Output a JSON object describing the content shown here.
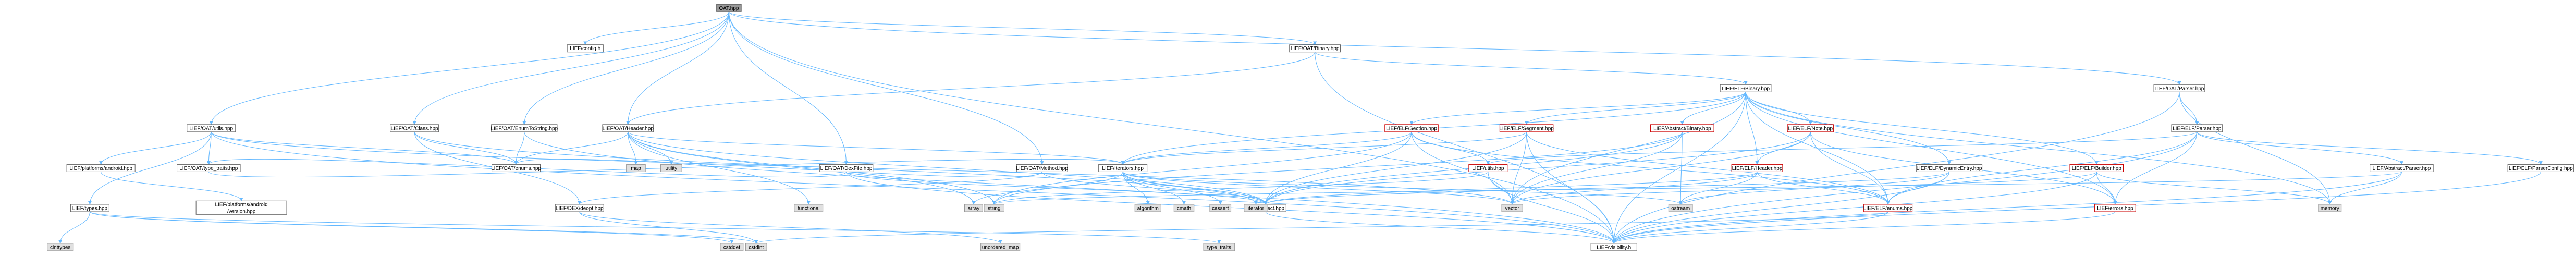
{
  "diagram": {
    "type": "include-dependency-graph",
    "nodes": [
      {
        "id": "root",
        "label": "OAT.hpp",
        "style": "root"
      },
      {
        "id": "config",
        "label": "LIEF/config.h",
        "style": "plain"
      },
      {
        "id": "oatbinary",
        "label": "LIEF/OAT/Binary.hpp",
        "style": "plain"
      },
      {
        "id": "oatparser",
        "label": "LIEF/OAT/Parser.hpp",
        "style": "plain"
      },
      {
        "id": "oatutils",
        "label": "LIEF/OAT/utils.hpp",
        "style": "plain"
      },
      {
        "id": "oatclass",
        "label": "LIEF/OAT/Class.hpp",
        "style": "plain"
      },
      {
        "id": "oatenumtostr",
        "label": "LIEF/OAT/EnumToString.hpp",
        "style": "plain"
      },
      {
        "id": "oatheader",
        "label": "LIEF/OAT/Header.hpp",
        "style": "plain"
      },
      {
        "id": "oatdexfile",
        "label": "LIEF/OAT/DexFile.hpp",
        "style": "plain"
      },
      {
        "id": "oatmethod",
        "label": "LIEF/OAT/Method.hpp",
        "style": "plain"
      },
      {
        "id": "elfbinary",
        "label": "LIEF/ELF/Binary.hpp",
        "style": "plain"
      },
      {
        "id": "elfparser",
        "label": "LIEF/ELF/Parser.hpp",
        "style": "plain"
      },
      {
        "id": "platformsandroid",
        "label": "LIEF/platforms/android.hpp",
        "style": "plain"
      },
      {
        "id": "oattypetraits",
        "label": "LIEF/OAT/type_traits.hpp",
        "style": "plain"
      },
      {
        "id": "oatenums",
        "label": "LIEF/OAT/enums.hpp",
        "style": "plain"
      },
      {
        "id": "iterators",
        "label": "LIEF/iterators.hpp",
        "style": "plain"
      },
      {
        "id": "elfsection",
        "label": "LIEF/ELF/Section.hpp",
        "style": "red"
      },
      {
        "id": "elfsegment",
        "label": "LIEF/ELF/Segment.hpp",
        "style": "red"
      },
      {
        "id": "abstractbinary",
        "label": "LIEF/Abstract/Binary.hpp",
        "style": "red"
      },
      {
        "id": "elfnote",
        "label": "LIEF/ELF/Note.hpp",
        "style": "red"
      },
      {
        "id": "utils",
        "label": "LIEF/utils.hpp",
        "style": "red"
      },
      {
        "id": "elfheader",
        "label": "LIEF/ELF/Header.hpp",
        "style": "red"
      },
      {
        "id": "elfdynentry",
        "label": "LIEF/ELF/DynamicEntry.hpp",
        "style": "plain"
      },
      {
        "id": "elfbuilder",
        "label": "LIEF/ELF/Builder.hpp",
        "style": "red"
      },
      {
        "id": "abstractparser",
        "label": "LIEF/Abstract/Parser.hpp",
        "style": "plain"
      },
      {
        "id": "elfparserconfig",
        "label": "LIEF/ELF/ParserConfig.hpp",
        "style": "plain"
      },
      {
        "id": "types",
        "label": "LIEF/types.hpp",
        "style": "plain"
      },
      {
        "id": "platformsandroidversion",
        "label": "LIEF/platforms/android\n/version.hpp",
        "style": "plain"
      },
      {
        "id": "dexdeopt",
        "label": "LIEF/DEX/deopt.hpp",
        "style": "plain"
      },
      {
        "id": "object",
        "label": "LIEF/Object.hpp",
        "style": "plain"
      },
      {
        "id": "elfenums",
        "label": "LIEF/ELF/enums.hpp",
        "style": "red"
      },
      {
        "id": "errors",
        "label": "LIEF/errors.hpp",
        "style": "red"
      },
      {
        "id": "visibility",
        "label": "LIEF/visibility.h",
        "style": "plain"
      },
      {
        "id": "map",
        "label": "map",
        "style": "std"
      },
      {
        "id": "utility",
        "label": "utility",
        "style": "std"
      },
      {
        "id": "functional",
        "label": "functional",
        "style": "std"
      },
      {
        "id": "array",
        "label": "array",
        "style": "std"
      },
      {
        "id": "string",
        "label": "string",
        "style": "std"
      },
      {
        "id": "algorithm",
        "label": "algorithm",
        "style": "std"
      },
      {
        "id": "cmath",
        "label": "cmath",
        "style": "std"
      },
      {
        "id": "cassert",
        "label": "cassert",
        "style": "std"
      },
      {
        "id": "iterator",
        "label": "iterator",
        "style": "std"
      },
      {
        "id": "vector",
        "label": "vector",
        "style": "std"
      },
      {
        "id": "ostream",
        "label": "ostream",
        "style": "std"
      },
      {
        "id": "memory",
        "label": "memory",
        "style": "std"
      },
      {
        "id": "cinttypes",
        "label": "cinttypes",
        "style": "std"
      },
      {
        "id": "cstddef",
        "label": "cstddef",
        "style": "std"
      },
      {
        "id": "cstdint",
        "label": "cstdint",
        "style": "std"
      },
      {
        "id": "unordered_map",
        "label": "unordered_map",
        "style": "std"
      },
      {
        "id": "type_traits",
        "label": "type_traits",
        "style": "std"
      }
    ],
    "edges": [
      [
        "root",
        "config"
      ],
      [
        "root",
        "oatbinary"
      ],
      [
        "root",
        "oatparser"
      ],
      [
        "root",
        "oatutils"
      ],
      [
        "root",
        "oatclass"
      ],
      [
        "root",
        "oatenumtostr"
      ],
      [
        "root",
        "oatheader"
      ],
      [
        "root",
        "oatdexfile"
      ],
      [
        "root",
        "oatmethod"
      ],
      [
        "root",
        "visibility"
      ],
      [
        "oatbinary",
        "elfbinary"
      ],
      [
        "oatbinary",
        "oatheader"
      ],
      [
        "oatbinary",
        "visibility"
      ],
      [
        "oatparser",
        "elfparser"
      ],
      [
        "oatparser",
        "memory"
      ],
      [
        "oatparser",
        "visibility"
      ],
      [
        "oatutils",
        "platformsandroid"
      ],
      [
        "oatutils",
        "oattypetraits"
      ],
      [
        "oatutils",
        "types"
      ],
      [
        "oatutils",
        "oatenums"
      ],
      [
        "oatutils",
        "visibility"
      ],
      [
        "oatutils",
        "vector"
      ],
      [
        "oatclass",
        "oatenums"
      ],
      [
        "oatclass",
        "dexdeopt"
      ],
      [
        "oatclass",
        "object"
      ],
      [
        "oatenumtostr",
        "oatenums"
      ],
      [
        "oatenumtostr",
        "visibility"
      ],
      [
        "oatheader",
        "oatenums"
      ],
      [
        "oatheader",
        "iterators"
      ],
      [
        "oatheader",
        "object"
      ],
      [
        "oatheader",
        "map"
      ],
      [
        "oatheader",
        "utility"
      ],
      [
        "oatheader",
        "functional"
      ],
      [
        "oatheader",
        "array"
      ],
      [
        "oatheader",
        "string"
      ],
      [
        "oatdexfile",
        "oattypetraits"
      ],
      [
        "oatdexfile",
        "object"
      ],
      [
        "oatdexfile",
        "visibility"
      ],
      [
        "oatmethod",
        "dexdeopt"
      ],
      [
        "oatmethod",
        "object"
      ],
      [
        "oatmethod",
        "oatenums"
      ],
      [
        "elfbinary",
        "elfsection"
      ],
      [
        "elfbinary",
        "elfsegment"
      ],
      [
        "elfbinary",
        "abstractbinary"
      ],
      [
        "elfbinary",
        "elfnote"
      ],
      [
        "elfbinary",
        "elfheader"
      ],
      [
        "elfbinary",
        "elfdynentry"
      ],
      [
        "elfbinary",
        "elfbuilder"
      ],
      [
        "elfbinary",
        "errors"
      ],
      [
        "elfbinary",
        "visibility"
      ],
      [
        "elfbinary",
        "iterators"
      ],
      [
        "elfbinary",
        "vector"
      ],
      [
        "elfbinary",
        "memory"
      ],
      [
        "elfbinary",
        "elfenums"
      ],
      [
        "elfparser",
        "abstractparser"
      ],
      [
        "elfparser",
        "elfparserconfig"
      ],
      [
        "elfparser",
        "utils"
      ],
      [
        "elfparser",
        "errors"
      ],
      [
        "elfparser",
        "elfenums"
      ],
      [
        "elfparser",
        "visibility"
      ],
      [
        "platformsandroid",
        "platformsandroidversion"
      ],
      [
        "oattypetraits",
        "iterators"
      ],
      [
        "iterators",
        "object"
      ],
      [
        "iterators",
        "vector"
      ],
      [
        "iterators",
        "algorithm"
      ],
      [
        "iterators",
        "cmath"
      ],
      [
        "iterators",
        "cassert"
      ],
      [
        "iterators",
        "iterator"
      ],
      [
        "iterators",
        "ostream"
      ],
      [
        "iterators",
        "array"
      ],
      [
        "elfsection",
        "iterators"
      ],
      [
        "elfsection",
        "utils"
      ],
      [
        "elfsection",
        "object"
      ],
      [
        "elfsection",
        "vector"
      ],
      [
        "elfsection",
        "string"
      ],
      [
        "elfsection",
        "elfenums"
      ],
      [
        "elfsegment",
        "iterators"
      ],
      [
        "elfsegment",
        "object"
      ],
      [
        "elfsegment",
        "vector"
      ],
      [
        "elfsegment",
        "elfenums"
      ],
      [
        "elfsegment",
        "visibility"
      ],
      [
        "abstractbinary",
        "object"
      ],
      [
        "abstractbinary",
        "vector"
      ],
      [
        "abstractbinary",
        "string"
      ],
      [
        "abstractbinary",
        "ostream"
      ],
      [
        "elfnote",
        "elfheader"
      ],
      [
        "elfnote",
        "object"
      ],
      [
        "elfnote",
        "errors"
      ],
      [
        "elfnote",
        "vector"
      ],
      [
        "elfnote",
        "elfenums"
      ],
      [
        "utils",
        "string"
      ],
      [
        "utils",
        "vector"
      ],
      [
        "utils",
        "visibility"
      ],
      [
        "elfheader",
        "object"
      ],
      [
        "elfheader",
        "elfenums"
      ],
      [
        "elfheader",
        "vector"
      ],
      [
        "elfheader",
        "ostream"
      ],
      [
        "elfdynentry",
        "object"
      ],
      [
        "elfdynentry",
        "elfenums"
      ],
      [
        "elfdynentry",
        "ostream"
      ],
      [
        "elfdynentry",
        "visibility"
      ],
      [
        "elfbuilder",
        "errors"
      ],
      [
        "elfbuilder",
        "vector"
      ],
      [
        "elfbuilder",
        "memory"
      ],
      [
        "elfbuilder",
        "visibility"
      ],
      [
        "abstractparser",
        "memory"
      ],
      [
        "abstractparser",
        "string"
      ],
      [
        "abstractparser",
        "visibility"
      ],
      [
        "elfparserconfig",
        "visibility"
      ],
      [
        "types",
        "cinttypes"
      ],
      [
        "types",
        "cstddef"
      ],
      [
        "types",
        "cstdint"
      ],
      [
        "types",
        "type_traits"
      ],
      [
        "dexdeopt",
        "unordered_map"
      ],
      [
        "dexdeopt",
        "cstdint"
      ],
      [
        "object",
        "visibility"
      ],
      [
        "elfenums",
        "cstdint"
      ],
      [
        "elfenums",
        "visibility"
      ],
      [
        "errors",
        "visibility"
      ]
    ]
  }
}
